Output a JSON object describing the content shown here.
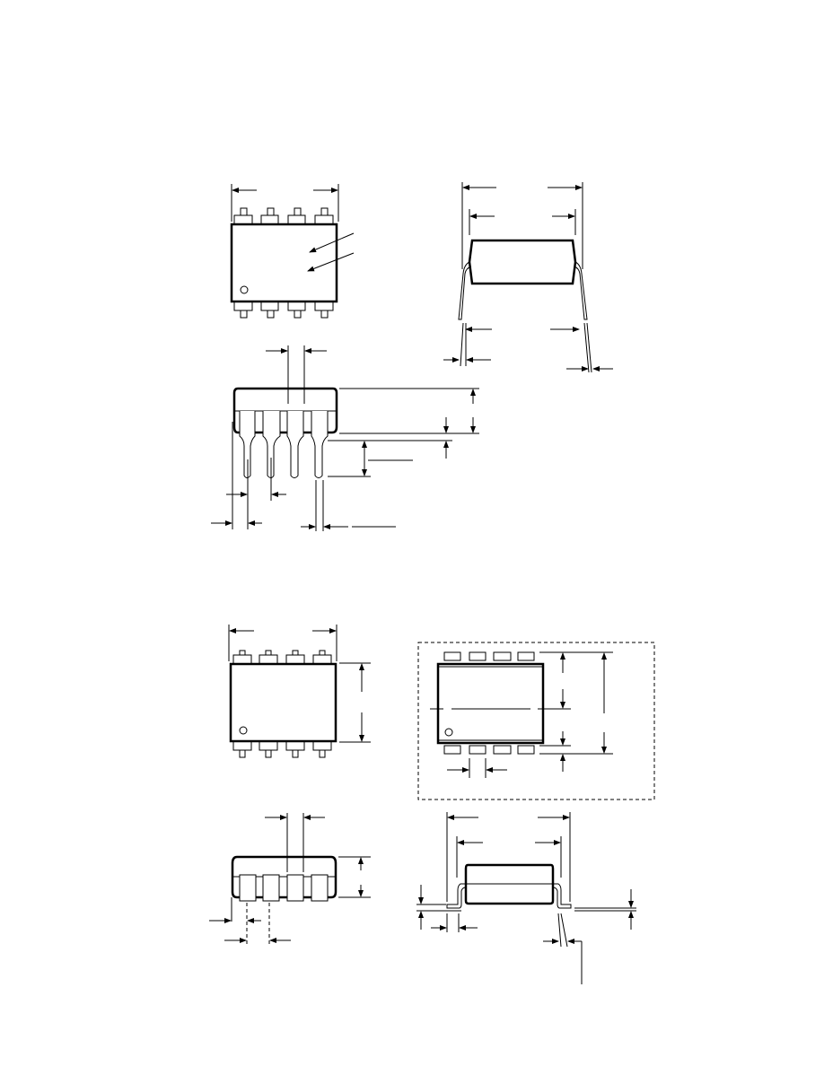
{
  "colors": {
    "line": "#000000",
    "background": "#ffffff"
  },
  "views": [
    {
      "id": "dip-top-view"
    },
    {
      "id": "dip-side-view"
    },
    {
      "id": "dip-end-view"
    },
    {
      "id": "smd-top-view"
    },
    {
      "id": "smd-footprint"
    },
    {
      "id": "smd-end-view"
    },
    {
      "id": "smd-side-view"
    }
  ]
}
